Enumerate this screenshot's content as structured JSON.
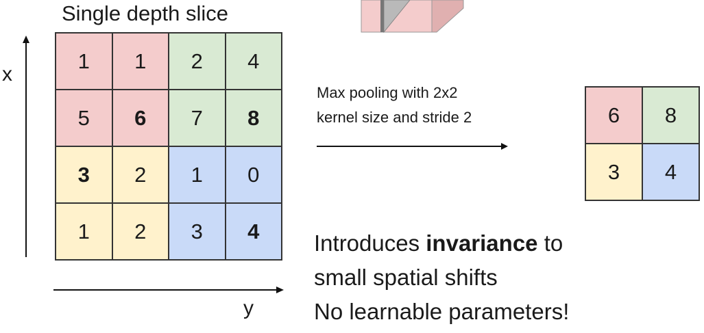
{
  "title": "Single depth slice",
  "axes": {
    "x_label": "x",
    "y_label": "y"
  },
  "colors": {
    "red": "#f4cccc",
    "green": "#d9ead3",
    "yellow": "#fff2cc",
    "blue": "#c9daf8"
  },
  "input_grid": [
    [
      {
        "v": "1",
        "c": "red"
      },
      {
        "v": "1",
        "c": "red"
      },
      {
        "v": "2",
        "c": "green"
      },
      {
        "v": "4",
        "c": "green"
      }
    ],
    [
      {
        "v": "5",
        "c": "red"
      },
      {
        "v": "6",
        "c": "red",
        "b": true
      },
      {
        "v": "7",
        "c": "green"
      },
      {
        "v": "8",
        "c": "green",
        "b": true
      }
    ],
    [
      {
        "v": "3",
        "c": "yellow",
        "b": true
      },
      {
        "v": "2",
        "c": "yellow"
      },
      {
        "v": "1",
        "c": "blue"
      },
      {
        "v": "0",
        "c": "blue"
      }
    ],
    [
      {
        "v": "1",
        "c": "yellow"
      },
      {
        "v": "2",
        "c": "yellow"
      },
      {
        "v": "3",
        "c": "blue"
      },
      {
        "v": "4",
        "c": "blue",
        "b": true
      }
    ]
  ],
  "pooling_caption": {
    "line1": "Max pooling with 2x2",
    "line2": "kernel size and stride 2"
  },
  "output_grid": [
    [
      {
        "v": "6",
        "c": "red"
      },
      {
        "v": "8",
        "c": "green"
      }
    ],
    [
      {
        "v": "3",
        "c": "yellow"
      },
      {
        "v": "4",
        "c": "blue"
      }
    ]
  ],
  "note": {
    "line1_pre": "Introduces ",
    "line1_bold": "invariance",
    "line1_post": " to",
    "line2": "small spatial shifts",
    "line3": "No learnable parameters!"
  }
}
